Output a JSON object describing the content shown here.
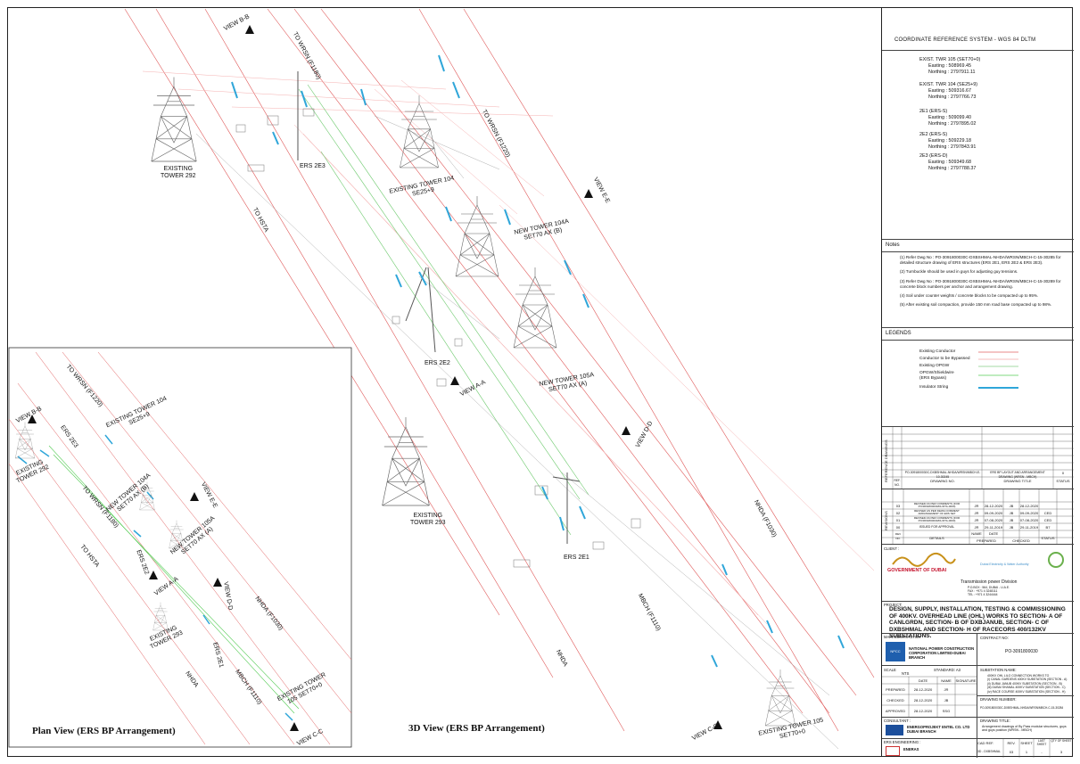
{
  "plan_view": {
    "title": "Plan View (ERS BP Arrangement)",
    "labels": {
      "view_b": "VIEW B-B",
      "wrsn1220": "TO WRSN (F1220)",
      "tower104": "EXISTING TOWER 104",
      "tower104_sub": "SE25+9",
      "ers2e3": "ERS 2E3",
      "tower292": "EXISTING",
      "tower292_sub": "TOWER 292",
      "wrsn1180": "TO WRSN (F1180)",
      "new104a": "NEW TOWER 104A",
      "new104a_sub": "SET70 AX (B)",
      "view_e": "VIEW E-E",
      "new105a": "NEW TOWER 105A",
      "new105a_sub": "SET70 AX (A)",
      "ers2e2": "ERS 2E2",
      "hsta": "TO HSTA",
      "view_a": "VIEW A-A",
      "view_d": "VIEW D-D",
      "nhda1030": "NHDA (F1030)",
      "tower293": "EXISTING",
      "tower293_sub": "TOWER 293",
      "ers2e1": "ERS 2E1",
      "mbch1110": "MBCH (F1110)",
      "nhda": "NHDA",
      "tower105": "EXISTING TOWER",
      "tower105_sub": "105 SET70+0",
      "view_c": "VIEW C-C"
    }
  },
  "view3d": {
    "title": "3D View (ERS BP Arrangement)",
    "labels": {
      "view_b": "VIEW B-B",
      "wrsn1180": "TO WRSN (F1180)",
      "tower292": "EXISTING",
      "tower292_sub": "TOWER 292",
      "ers2e3": "ERS 2E3",
      "wrsn1220": "TO WRSN (F1220)",
      "hsta": "TO HSTA",
      "tower104": "EXISTING TOWER 104",
      "tower104_sub": "SE25+9",
      "view_e": "VIEW E-E",
      "new104a": "NEW TOWER 104A",
      "new104a_sub": "SET70 AX (B)",
      "ers2e2": "ERS 2E2",
      "view_a": "VIEW A-A",
      "new105a": "NEW TOWER 105A",
      "new105a_sub": "SET70 AX (A)",
      "view_d": "VIEW D-D",
      "tower293": "EXISTING",
      "tower293_sub": "TOWER 293",
      "nhda1030": "NHDA (F1030)",
      "ers2e1": "ERS 2E1",
      "mbch1110": "MBCH (F1110)",
      "nhda": "NHDA",
      "view_c": "VIEW C-C",
      "tower105": "EXISTING TOWER 105",
      "tower105_sub": "SET70+0"
    }
  },
  "title_block": {
    "crs": "COORDINATE REFERENCE SYSTEM -  WGS 84 DLTM",
    "coords": [
      {
        "name": "EXIST. TWR 105 (SET70+0)",
        "easting": "Easting  :  508969.45",
        "northing": "Northing :  2797911.11"
      },
      {
        "name": "EXIST. TWR 104 (SE25+9)",
        "easting": "Easting  :  509316.67",
        "northing": "Northing :  2797766.73"
      },
      {
        "name": "2E1 (ERS-S)",
        "easting": "Easting  :  509099.40",
        "northing": "Northing :  2797895.02"
      },
      {
        "name": "2E2 (ERS-S)",
        "easting": "Easting  :  509229.18",
        "northing": "Northing :  2797843.91"
      },
      {
        "name": "2E3 (ERS-D)",
        "easting": "Easting  :  509349.68",
        "northing": "Northing :  2797788.37"
      }
    ],
    "notes_heading": "Notes",
    "notes": [
      "(1) Refer Dwg No : PO-3091800030C-DXBSHMAL-NHDA/WRSN/MBCH-C-15-30285 for detailed structure drawing of ERS structures (ERS 2E1, ERS 2E2 & ERS 2E3).",
      "(2) Turnbuckle should be used in guys for adjusting guy tensions.",
      "(3) Refer Dwg No : PO-3091800030C-DXBSHMAL-NHDA/WRSN/MBCH-C-15-30289 for concrete block numbers per anchor and arrangement drawing.",
      "(4) Soil under counter weights / concrete blocks to be compacted up to 95%.",
      "(5) After existing soil compaction, provide 150 mm road base compacted up to 98%."
    ],
    "legends_heading": "LEGENDS",
    "legend": [
      {
        "label": "Existing Conductor",
        "color": "#e06060"
      },
      {
        "label": "Conductor to be Bypassed",
        "color": "#f2a8a8"
      },
      {
        "label": "Existing OPGW",
        "color": "#88cc88"
      },
      {
        "label": "OPGW/Shieldwire (ERS Bypass)",
        "color": "#55cc55"
      },
      {
        "label": "Insulator String",
        "color": "#2fa6d9"
      }
    ],
    "ref_drawings_label": "REFERENCE DRAWINGS",
    "ref_row": {
      "no": "PO-3091800030C-DXBSHMAL-NHDA/WRSN/MBCH-E-10-30245",
      "title": "ERS BP LAYOUT AND ARRANGEMENT DRAWING (WRSN - MBCH)",
      "rev": "0"
    },
    "ref_cols": {
      "ref": "REF. NO.",
      "no": "DRAWING NO.",
      "title": "DRAWING TITLE",
      "status": "STATUS"
    },
    "revisions_label": "REVISIONS",
    "revisions": [
      {
        "rev": "03",
        "details": "REVISED AS PER COMMENTS (FOR PO/3091800030/DL/DTA-0000)",
        "by": "JR",
        "date": "28-12-2020",
        "chk": "JB",
        "cdate": "28-12-2020",
        "status": ""
      },
      {
        "rev": "02",
        "details": "REVISED AS PER DEWA COMMENT ARRANGEMENT OF ERS SET",
        "by": "JR",
        "date": "09-09-2020",
        "chk": "JB",
        "cdate": "09-09-2020",
        "status": "CED"
      },
      {
        "rev": "01",
        "details": "REVISED AS PER COMMENTS (FOR PO/3091800030/DL/DTA-0000)",
        "by": "JR",
        "date": "07-08-2020",
        "chk": "JB",
        "cdate": "07-08-2020",
        "status": "CED"
      },
      {
        "rev": "00",
        "details": "ISSUED FOR APPROVAL",
        "by": "JR",
        "date": "29-11-2019",
        "chk": "JB",
        "cdate": "29-11-2019",
        "status": "B7"
      }
    ],
    "rev_cols": {
      "rev": "REV NO.",
      "details": "DETAILS",
      "name": "NAME",
      "date": "DATE",
      "prepared": "PREPARED",
      "checked": "CHECKED",
      "status": "STATUS"
    },
    "client_label": "CLIENT :",
    "client_logo_text": "GOVERNMENT OF DUBAI",
    "dewa_text": "Dubai Electricity & Water Authority",
    "division": "Transmission power Division",
    "address": [
      "P.O.BOX : 564, DUBAI - U.A.E.",
      "FAX    : +971 4 3248111",
      "TEL    : +971 4 3244444"
    ],
    "project_label": "PROJECT:",
    "project": "DESIGN, SUPPLY, INSTALLATION, TESTING & COMMISSIONING OF 400KV. OVERHEAD LINE (OHL) WORKS TO SECTION- A OF  CANLGRDN, SECTION- B OF DXBJANUB, SECTION- C OF DXBSHMAL AND SECTION- H OF RACECORS 400/132KV SUBSTATIONS.",
    "main_contractor_label": "MAIN CONTRACTOR",
    "contractor_logo": "NPCC",
    "contractor": "NATIONAL POWER CONSTRUCTION CORPORATION LIMITED-DUBAI BRANCH",
    "contract_no_label": "CONTRACT NO:",
    "contract_no": "PO-3091800030",
    "scale_label": "SCALE",
    "scale": "NTS",
    "standard": "STANDARD: A3",
    "sign_cols": {
      "date": "DATE",
      "name": "NAME",
      "signature": "SIGNATURE"
    },
    "signoff": [
      {
        "role": "PREPARED",
        "date": "28-12-2020",
        "name": "JR"
      },
      {
        "role": "CHECKED",
        "date": "28-12-2020",
        "name": "JB"
      },
      {
        "role": "APPROVED",
        "date": "28-12-2020",
        "name": "SSG"
      }
    ],
    "substation_label": "SUBSTATION NAME:",
    "substation_lines": [
      "400KV OHL LILO CONNECTION WORKS TO",
      "(i) CANAL GARDENS 400KV SUBSTATION (SECTION - A)",
      "(ii) DUBAI JANUB 400KV SUBSTATION (SECTION - B)",
      "(iii) DUBAI SHAMAL 400KV SUBSTATION (SECTION - C)",
      "(iv) RACE COURSE 400KV SUBSTATION (SECTION - H)"
    ],
    "drawing_number_label": "DRAWING NUMBER:",
    "drawing_number": "PO-3091800030C-DXBSHMAL-NHDA/WRSN/MBCH-C-15-30284",
    "consultant_label": "CONSULTANT :",
    "consultant": "ENERGOPROJEKT ENTEL CO. LTD DUBAI BRANCH",
    "drawing_title_label": "DRAWING TITLE:",
    "drawing_title": "Arrangement drawings of By Pass modular structures, guys and guys position (WRSN - MBCH)",
    "ers_eng_label": "ERS ENGINEERING :",
    "ers_company": "ENERAS",
    "cad_ref_label": "CAD REF.",
    "cad_ref": "3D - DXBSHMAL",
    "rev_label": "REV.",
    "rev": "03",
    "sheet_label": "SHEET",
    "sheet": "1",
    "last_sheet_label": "LAST SHEET",
    "last_sheet": "-",
    "qty_label": "QTY OF SHEET",
    "qty": "3"
  }
}
